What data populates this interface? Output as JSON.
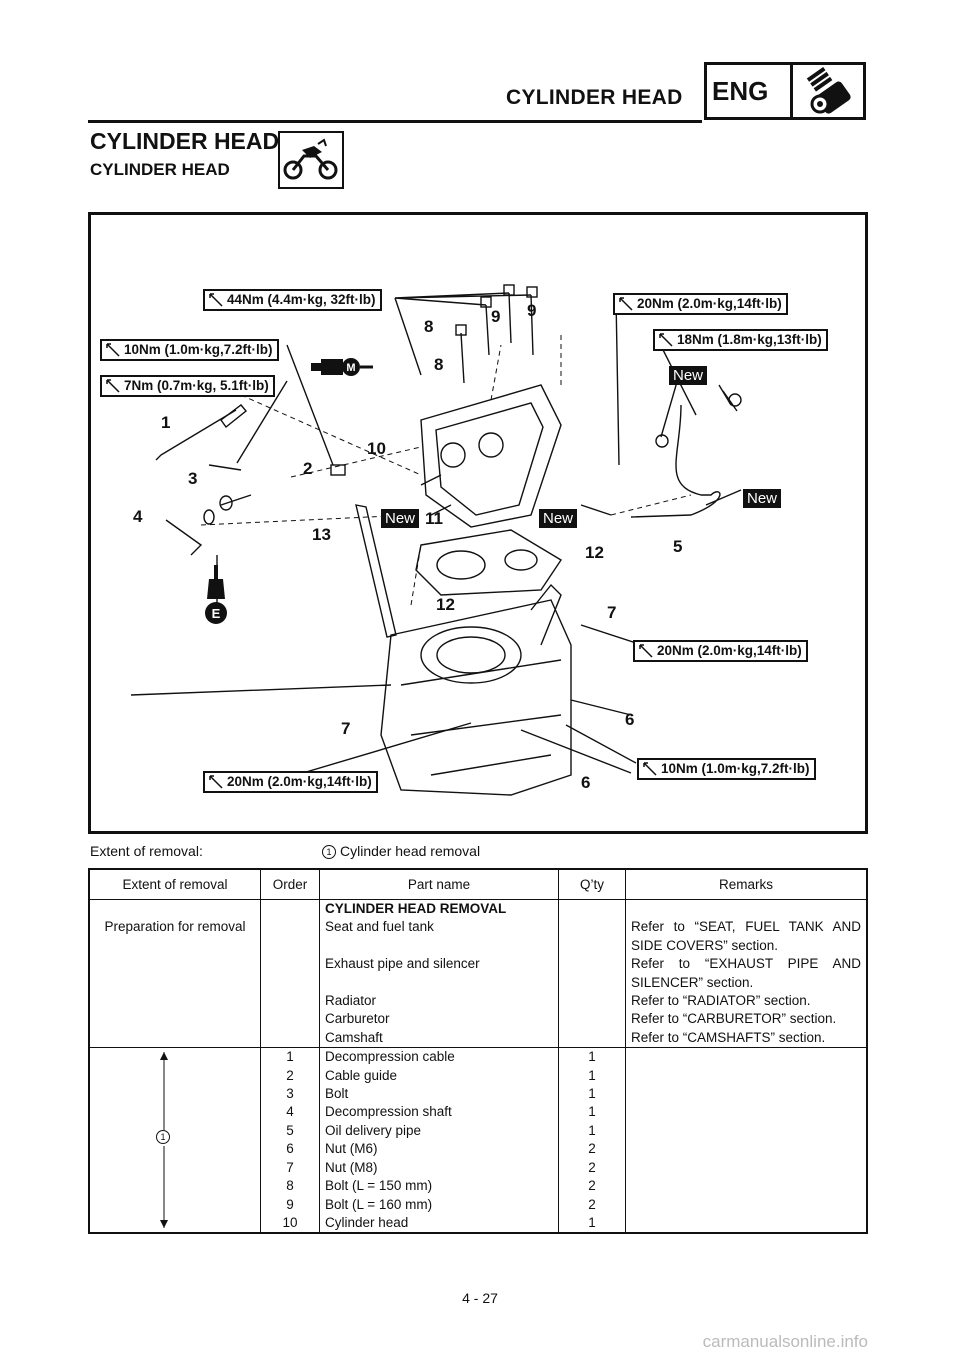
{
  "header": {
    "section_title": "CYLINDER HEAD",
    "badge": "ENG",
    "badge_icon": "engine-icon"
  },
  "page": {
    "title": "CYLINDER HEAD",
    "subtitle": "CYLINDER HEAD",
    "model_icon": "motorcycle-icon"
  },
  "diagram": {
    "torque_specs": [
      "44Nm (4.4m·kg, 32ft·lb)",
      "10Nm (1.0m·kg,7.2ft·lb)",
      "7Nm (0.7m·kg, 5.1ft·lb)",
      "20Nm (2.0m·kg,14ft·lb)",
      "18Nm (1.8m·kg,13ft·lb)",
      "20Nm (2.0m·kg,14ft·lb)",
      "10Nm (1.0m·kg,7.2ft·lb)",
      "20Nm (2.0m·kg,14ft·lb)"
    ],
    "callouts": [
      "1",
      "2",
      "3",
      "4",
      "5",
      "6",
      "6",
      "7",
      "7",
      "8",
      "8",
      "9",
      "9",
      "10",
      "11",
      "12",
      "12",
      "13"
    ],
    "new_tag": "New",
    "lube_m": "M",
    "lube_e": "E"
  },
  "extent": {
    "label": "Extent of removal:",
    "marker": "1",
    "value": "Cylinder head removal"
  },
  "table": {
    "headers": [
      "Extent of removal",
      "Order",
      "Part name",
      "Q’ty",
      "Remarks"
    ],
    "section_heading": "CYLINDER HEAD REMOVAL",
    "prep_label": "Preparation for removal",
    "prep_rows": [
      {
        "part": "Seat and fuel tank",
        "remark": "Refer to “SEAT, FUEL TANK AND SIDE COVERS” section."
      },
      {
        "part": "Exhaust pipe and silencer",
        "remark": "Refer to “EXHAUST PIPE AND SILENCER” section."
      },
      {
        "part": "Radiator",
        "remark": "Refer to “RADIATOR” section."
      },
      {
        "part": "Carburetor",
        "remark": "Refer to “CARBURETOR” section."
      },
      {
        "part": "Camshaft",
        "remark": "Refer to “CAMSHAFTS” section."
      }
    ],
    "group_marker": "1",
    "rows": [
      {
        "order": "1",
        "part": "Decompression cable",
        "qty": "1"
      },
      {
        "order": "2",
        "part": "Cable guide",
        "qty": "1"
      },
      {
        "order": "3",
        "part": "Bolt",
        "qty": "1"
      },
      {
        "order": "4",
        "part": "Decompression shaft",
        "qty": "1"
      },
      {
        "order": "5",
        "part": "Oil delivery pipe",
        "qty": "1"
      },
      {
        "order": "6",
        "part": "Nut (M6)",
        "qty": "2"
      },
      {
        "order": "7",
        "part": "Nut (M8)",
        "qty": "2"
      },
      {
        "order": "8",
        "part": "Bolt (L = 150 mm)",
        "qty": "2"
      },
      {
        "order": "9",
        "part": "Bolt (L = 160 mm)",
        "qty": "2"
      },
      {
        "order": "10",
        "part": "Cylinder head",
        "qty": "1"
      }
    ]
  },
  "footer": {
    "page_number": "4 - 27",
    "watermark": "carmanualsonline.info"
  }
}
